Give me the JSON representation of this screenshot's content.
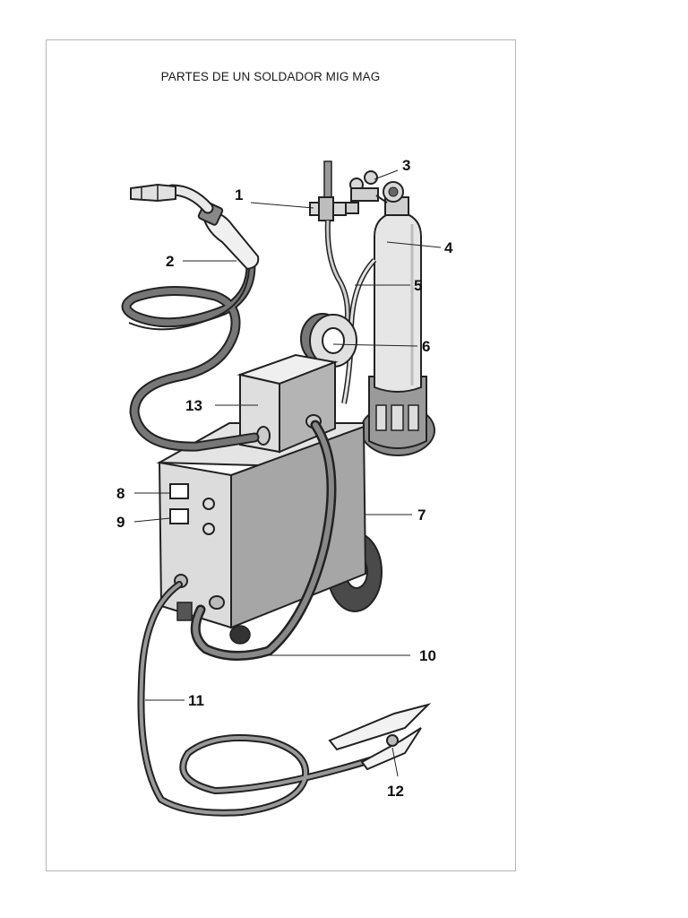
{
  "title": "PARTES DE UN SOLDADOR MIG MAG",
  "callouts": [
    "1",
    "2",
    "3",
    "4",
    "5",
    "6",
    "7",
    "8",
    "9",
    "10",
    "11",
    "12",
    "13"
  ]
}
